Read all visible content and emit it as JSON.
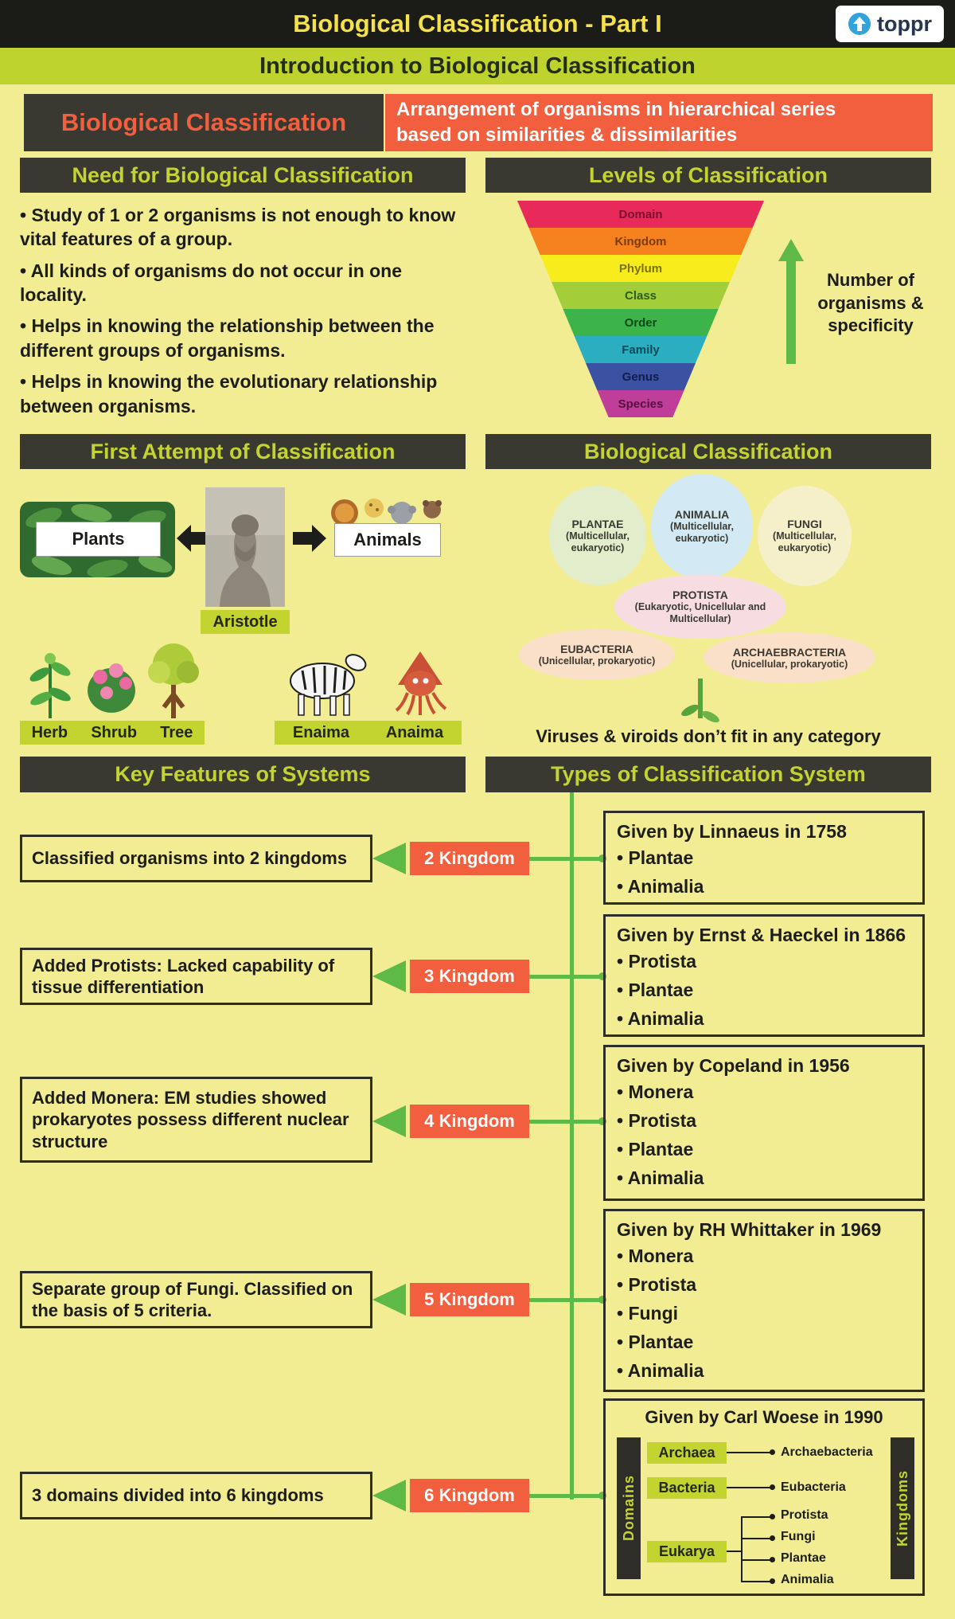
{
  "header": {
    "title": "Biological Classification - Part I",
    "brand": "toppr"
  },
  "subheader": "Introduction to Biological Classification",
  "definition": {
    "term": "Biological Classification",
    "line1": "Arrangement of organisms in hierarchical series",
    "line2": "based on similarities & dissimilarities"
  },
  "sections": {
    "need": "Need for Biological Classification",
    "levels": "Levels of Classification",
    "first_attempt": "First Attempt of Classification",
    "bio_class": "Biological Classification",
    "key_features": "Key Features of Systems",
    "types": "Types of Classification System"
  },
  "need_points": [
    "Study of 1 or 2 organisms is not enough to know vital features of a group.",
    "All kinds of organisms do not occur in one locality.",
    "Helps in knowing the relationship between the different groups of organisms.",
    "Helps in knowing the evolutionary relationship between organisms."
  ],
  "levels": {
    "items": [
      {
        "label": "Domain",
        "color": "#e72a5a",
        "label_color": "#7a1230"
      },
      {
        "label": "Kingdom",
        "color": "#f5821f",
        "label_color": "#7c3c0a"
      },
      {
        "label": "Phylum",
        "color": "#f7ec1c",
        "label_color": "#7c7200"
      },
      {
        "label": "Class",
        "color": "#a4cd3a",
        "label_color": "#2e5d1a"
      },
      {
        "label": "Order",
        "color": "#3cb449",
        "label_color": "#0f4a1a"
      },
      {
        "label": "Family",
        "color": "#2aaec0",
        "label_color": "#0c4a57"
      },
      {
        "label": "Genus",
        "color": "#3b52a3",
        "label_color": "#101d4d"
      },
      {
        "label": "Species",
        "color": "#bf3e99",
        "label_color": "#571042"
      }
    ],
    "arrow_caption": "Number of organisms & specificity"
  },
  "first_attempt": {
    "plants_label": "Plants",
    "animals_label": "Animals",
    "aristotle_label": "Aristotle",
    "plant_types": [
      "Herb",
      "Shrub",
      "Tree"
    ],
    "animal_types": [
      "Enaima",
      "Anaima"
    ]
  },
  "kingdom_petals": [
    {
      "name": "PLANTAE",
      "desc": "(Multicellular, eukaryotic)",
      "color": "#e2eecb"
    },
    {
      "name": "ANIMALIA",
      "desc": "(Multicellular, eukaryotic)",
      "color": "#d3e9f4"
    },
    {
      "name": "FUNGI",
      "desc": "(Multicellular, eukaryotic)",
      "color": "#f5efca"
    },
    {
      "name": "PROTISTA",
      "desc": "(Eukaryotic, Unicellular and Multicellular)",
      "color": "#f7dde1"
    },
    {
      "name": "EUBACTERIA",
      "desc": "(Unicellular, prokaryotic)",
      "color": "#fadfc9"
    },
    {
      "name": "ARCHAEBRACTERIA",
      "desc": "(Unicellular, prokaryotic)",
      "color": "#fadfc9"
    }
  ],
  "viruses_note": "Viruses & viroids don’t fit in any category",
  "systems": [
    {
      "feature": "Classified organisms into 2 kingdoms",
      "badge": "2 Kingdom",
      "given_by": "Given by Linnaeus in 1758",
      "kingdoms": [
        "Plantae",
        "Animalia"
      ]
    },
    {
      "feature": "Added Protists: Lacked capability of tissue differentiation",
      "badge": "3 Kingdom",
      "given_by": "Given by Ernst & Haeckel in 1866",
      "kingdoms": [
        "Protista",
        "Plantae",
        "Animalia"
      ]
    },
    {
      "feature": "Added Monera: EM studies showed prokaryotes possess different nuclear structure",
      "badge": "4 Kingdom",
      "given_by": "Given by Copeland in 1956",
      "kingdoms": [
        "Monera",
        "Protista",
        "Plantae",
        "Animalia"
      ]
    },
    {
      "feature": "Separate group of Fungi. Classified on the basis of 5 criteria.",
      "badge": "5 Kingdom",
      "given_by": "Given by RH Whittaker in 1969",
      "kingdoms": [
        "Monera",
        "Protista",
        "Fungi",
        "Plantae",
        "Animalia"
      ]
    },
    {
      "feature": "3 domains divided into 6 kingdoms",
      "badge": "6 Kingdom",
      "given_by": "Given by Carl Woese in 1990",
      "kingdoms": []
    }
  ],
  "woese": {
    "domains_label": "Domains",
    "kingdoms_label": "Kingdoms",
    "domains": [
      "Archaea",
      "Bacteria",
      "Eukarya"
    ],
    "mapping": {
      "Archaea": [
        "Archaebacteria"
      ],
      "Bacteria": [
        "Eubacteria"
      ],
      "Eukarya": [
        "Protista",
        "Fungi",
        "Plantae",
        "Animalia"
      ]
    }
  },
  "colors": {
    "background": "#f2ec93",
    "dark_panel": "#3a3931",
    "yellow_green": "#c3d431",
    "accent_orange": "#f15f3f",
    "accent_green": "#5eb946",
    "header_black": "#1b1b18",
    "title_yellow": "#f5e14b"
  }
}
